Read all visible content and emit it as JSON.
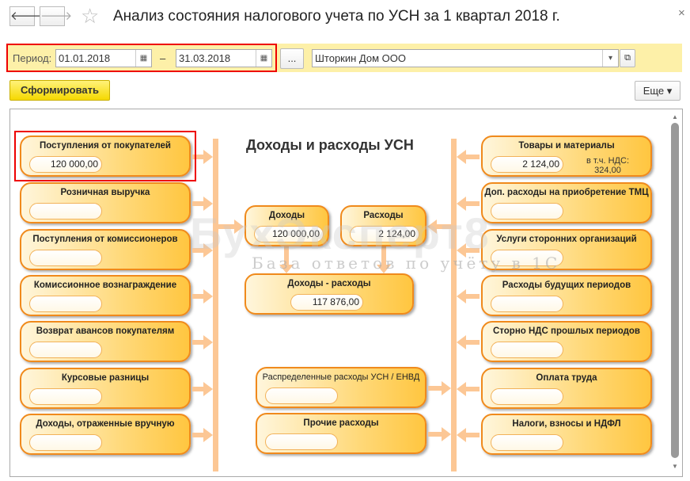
{
  "window": {
    "title": "Анализ состояния налогового учета по УСН за 1 квартал 2018 г.",
    "back": "🡐",
    "forward": "🡒",
    "close": "×",
    "star": "☆"
  },
  "filter": {
    "period_label": "Период:",
    "date_from": "01.01.2018",
    "dash": "–",
    "date_to": "31.03.2018",
    "more_button": "...",
    "organization": "Шторкин Дом ООО"
  },
  "toolbar": {
    "generate": "Сформировать",
    "more": "Еще ▾"
  },
  "report": {
    "title": "Доходы и расходы УСН",
    "watermark": "БухЭксперт8",
    "watermark_sub": "База ответов по учёту в 1С",
    "income_items": [
      {
        "label": "Поступления от покупателей",
        "value": "120 000,00"
      },
      {
        "label": "Розничная выручка",
        "value": ""
      },
      {
        "label": "Поступления от комиссионеров",
        "value": ""
      },
      {
        "label": "Комиссионное вознаграждение",
        "value": ""
      },
      {
        "label": "Возврат авансов покупателям",
        "value": ""
      },
      {
        "label": "Курсовые разницы",
        "value": ""
      },
      {
        "label": "Доходы, отраженные вручную",
        "value": ""
      }
    ],
    "expense_items": [
      {
        "label": "Товары и материалы",
        "value": "2 124,00",
        "note": "в т.ч. НДС: 324,00"
      },
      {
        "label": "Доп. расходы на приобретение ТМЦ",
        "value": ""
      },
      {
        "label": "Услуги сторонних организаций",
        "value": ""
      },
      {
        "label": "Расходы будущих периодов",
        "value": ""
      },
      {
        "label": "Сторно НДС прошлых периодов",
        "value": ""
      },
      {
        "label": "Оплата труда",
        "value": ""
      },
      {
        "label": "Налоги, взносы и НДФЛ",
        "value": ""
      }
    ],
    "income_total": {
      "label": "Доходы",
      "value": "120 000,00"
    },
    "expense_total": {
      "label": "Расходы",
      "value": "2 124,00"
    },
    "difference": {
      "label": "Доходы - расходы",
      "value": "117 876,00"
    },
    "distributed": {
      "label": "Распределенные расходы УСН / ЕНВД",
      "value": ""
    },
    "other": {
      "label": "Прочие расходы",
      "value": ""
    }
  }
}
